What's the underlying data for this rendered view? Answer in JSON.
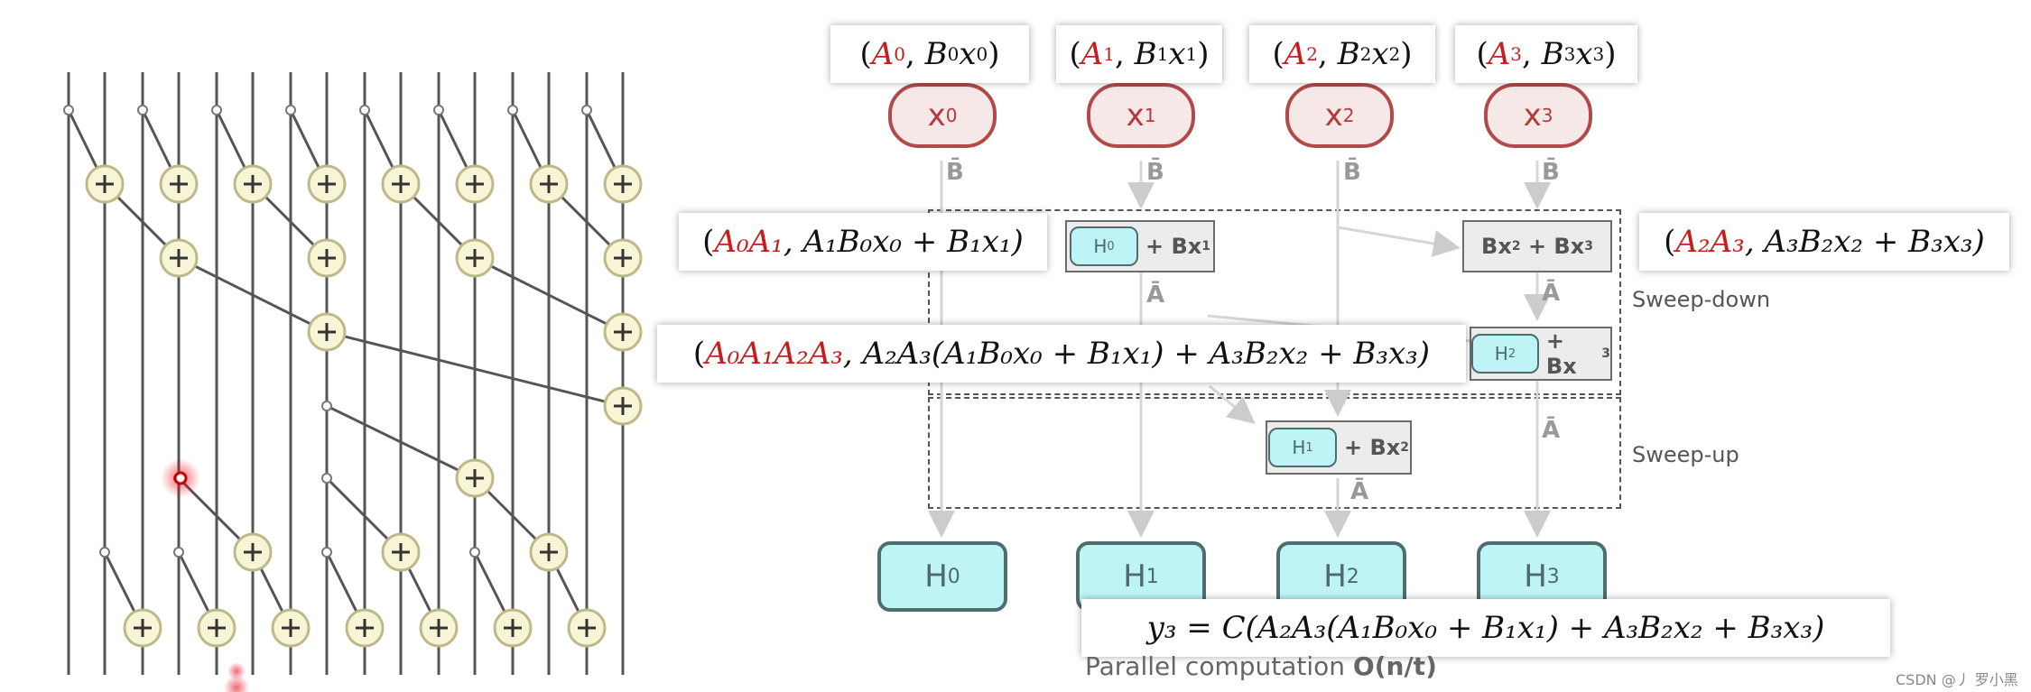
{
  "inputs": [
    {
      "pair": [
        "A",
        "0",
        "B",
        "0",
        "x",
        "0"
      ],
      "label": "x",
      "sub": "0"
    },
    {
      "pair": [
        "A",
        "1",
        "B",
        "1",
        "x",
        "1"
      ],
      "label": "x",
      "sub": "1"
    },
    {
      "pair": [
        "A",
        "2",
        "B",
        "2",
        "x",
        "2"
      ],
      "label": "x",
      "sub": "2"
    },
    {
      "pair": [
        "A",
        "3",
        "B",
        "3",
        "x",
        "3"
      ],
      "label": "x",
      "sub": "3"
    }
  ],
  "bbar": "B̄",
  "abar": "Ā",
  "sweep_down": "Sweep-down",
  "sweep_up": "Sweep-up",
  "gray_boxes": {
    "g1_h": "H",
    "g1_hsub": "0",
    "g1_rest": "+ Bx",
    "g1_sub": "1",
    "g2": "Bx",
    "g2_sub": "2",
    "g2_mid": "+ Bx",
    "g2_sub2": "3",
    "g3_h": "H",
    "g3_hsub": "2",
    "g3_rest": "+ Bx",
    "g3_sub": "3",
    "g4_h": "H",
    "g4_hsub": "1",
    "g4_rest": "+ Bx",
    "g4_sub": "2"
  },
  "outputs": [
    {
      "label": "H",
      "sub": "0"
    },
    {
      "label": "H",
      "sup": "1"
    },
    {
      "label": "H",
      "sub": "2"
    },
    {
      "label": "H",
      "sub": "3"
    }
  ],
  "formulas": {
    "f1_left": "A₀A₁",
    "f1_right": ", A₁B₀x₀ + B₁x₁)",
    "f2_left": "A₂A₃",
    "f2_right": ", A₃B₂x₂ + B₃x₃)",
    "f3_left": "A₀A₁A₂A₃",
    "f3_right": ", A₂A₃(A₁B₀x₀ + B₁x₁) + A₃B₂x₂ + B₃x₃)",
    "f4": "y₃ = C(A₂A₃(A₁B₀x₀ + B₁x₁) + A₃B₂x₂ + B₃x₃)"
  },
  "footer_plain": "Parallel computation ",
  "footer_bold": "O(n/t)",
  "watermark": "CSDN @丿 罗小黑",
  "colors": {
    "red": "#c41e1e",
    "cyan": "#bff4f6",
    "pill": "#f7e8e8"
  }
}
